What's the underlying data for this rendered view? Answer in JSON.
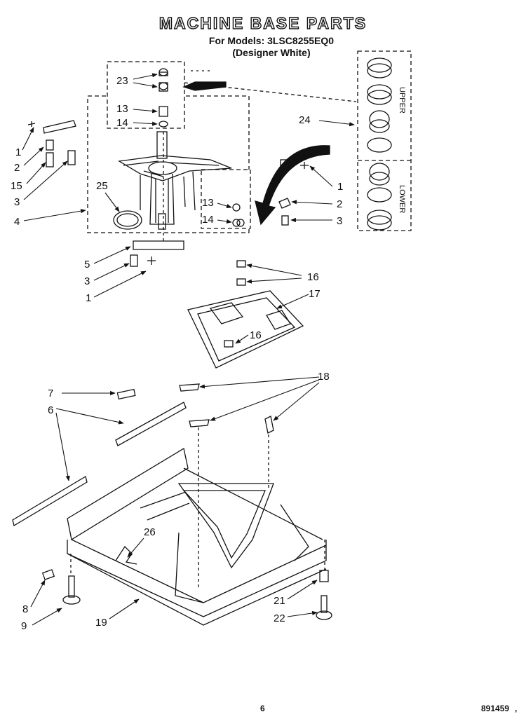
{
  "header": {
    "title": "MACHINE BASE PARTS",
    "subtitle_line1": "For Models: 3LSC8255EQ0",
    "subtitle_line2": "(Designer White)"
  },
  "kit": {
    "upper_label": "UPPER",
    "lower_label": "LOWER"
  },
  "callouts": {
    "c23": "23",
    "c13a": "13",
    "c14a": "14",
    "c24": "24",
    "c1a": "1",
    "c2a": "2",
    "c15": "15",
    "c3a": "3",
    "c25": "25",
    "c4": "4",
    "c13b": "13",
    "c14b": "14",
    "c1b": "1",
    "c2b": "2",
    "c3b": "3",
    "c5": "5",
    "c3c": "3",
    "c1c": "1",
    "c16a": "16",
    "c17": "17",
    "c16b": "16",
    "c7": "7",
    "c6": "6",
    "c18": "18",
    "c26": "26",
    "c8": "8",
    "c9": "9",
    "c19": "19",
    "c21": "21",
    "c22": "22"
  },
  "footer": {
    "page_number": "6",
    "doc_number": "891459",
    "mark": ","
  }
}
